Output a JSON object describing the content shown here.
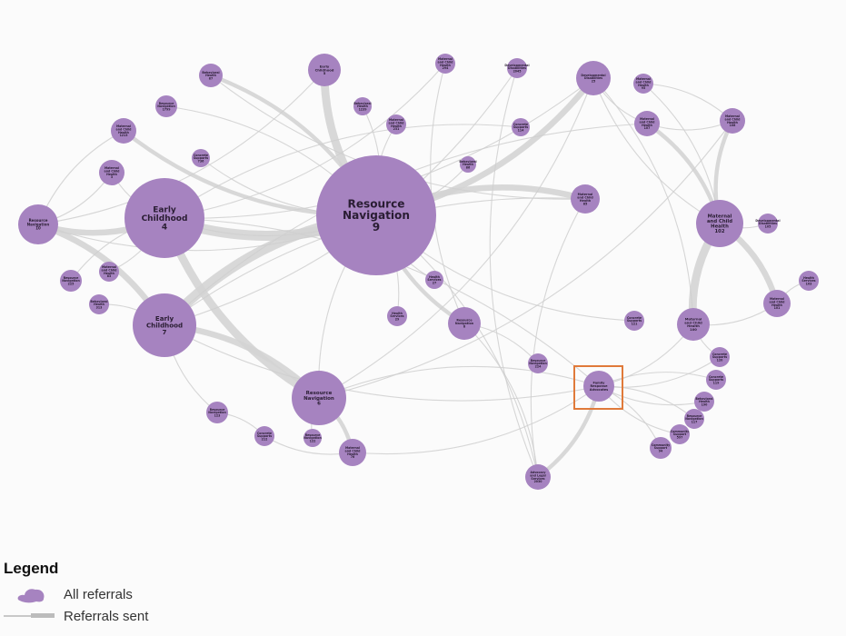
{
  "legend": {
    "title": "Legend",
    "all_referrals": "All referrals",
    "referrals_sent": "Referrals sent"
  },
  "colors": {
    "node": "#a683c0",
    "edge": "#cfcfcf",
    "highlight": "#e07a3a"
  },
  "highlighted_node": "fra",
  "nodes": [
    {
      "id": "rn10",
      "lines": [
        "Resource",
        "Navigation"
      ],
      "num": "10"
    },
    {
      "id": "ec4",
      "lines": [
        "Early",
        "Childhood"
      ],
      "num": "4"
    },
    {
      "id": "ec5",
      "lines": [
        "Early",
        "Childhood"
      ],
      "num": "5"
    },
    {
      "id": "bh87",
      "lines": [
        "Behavioral",
        "Health"
      ],
      "num": "87"
    },
    {
      "id": "rn1799",
      "lines": [
        "Resource",
        "Navigation"
      ],
      "num": "1799"
    },
    {
      "id": "mch1213",
      "lines": [
        "Maternal",
        "and Child",
        "Health"
      ],
      "num": "1213"
    },
    {
      "id": "cs736",
      "lines": [
        "Concrete",
        "Supports"
      ],
      "num": "736"
    },
    {
      "id": "mch3",
      "lines": [
        "Maternal",
        "and Child",
        "Health"
      ],
      "num": "3"
    },
    {
      "id": "rn9",
      "lines": [
        "Resource",
        "Navigation"
      ],
      "num": "9"
    },
    {
      "id": "bh1239",
      "lines": [
        "Behavioral",
        "Health"
      ],
      "num": "1239"
    },
    {
      "id": "mch231",
      "lines": [
        "Maternal",
        "and Child",
        "Health"
      ],
      "num": "231"
    },
    {
      "id": "mch294",
      "lines": [
        "Maternal",
        "and Child",
        "Health"
      ],
      "num": "294"
    },
    {
      "id": "dd2045",
      "lines": [
        "Developmental",
        "Disabilities"
      ],
      "num": "2045"
    },
    {
      "id": "dd25",
      "lines": [
        "Developmental",
        "Disabilities"
      ],
      "num": "25"
    },
    {
      "id": "cs114",
      "lines": [
        "Concrete",
        "Supports"
      ],
      "num": "114"
    },
    {
      "id": "bh86",
      "lines": [
        "Behavioral",
        "Health"
      ],
      "num": "86"
    },
    {
      "id": "mch85",
      "lines": [
        "Maternal",
        "and Child",
        "Health"
      ],
      "num": "85"
    },
    {
      "id": "mch95",
      "lines": [
        "Maternal",
        "and Child",
        "Health"
      ],
      "num": "95"
    },
    {
      "id": "mch107",
      "lines": [
        "Maternal",
        "and Child",
        "Health"
      ],
      "num": "107"
    },
    {
      "id": "mch108",
      "lines": [
        "Maternal",
        "and Child",
        "Health"
      ],
      "num": "108"
    },
    {
      "id": "mch102",
      "lines": [
        "Maternal",
        "and Child",
        "Health"
      ],
      "num": "102"
    },
    {
      "id": "dd105",
      "lines": [
        "Developmental",
        "Disabilities"
      ],
      "num": "105"
    },
    {
      "id": "hs103",
      "lines": [
        "Health",
        "Services"
      ],
      "num": "103"
    },
    {
      "id": "mch101",
      "lines": [
        "Maternal",
        "and Child",
        "Health"
      ],
      "num": "101"
    },
    {
      "id": "mch100",
      "lines": [
        "Maternal",
        "and Child",
        "Health"
      ],
      "num": "100"
    },
    {
      "id": "cs121",
      "lines": [
        "Concrete",
        "Supports"
      ],
      "num": "121"
    },
    {
      "id": "rn225",
      "lines": [
        "Resource",
        "Navigation"
      ],
      "num": "225"
    },
    {
      "id": "mch83",
      "lines": [
        "Maternal",
        "and Child",
        "Health"
      ],
      "num": "83"
    },
    {
      "id": "bh313",
      "lines": [
        "Behavioral",
        "Health"
      ],
      "num": "313"
    },
    {
      "id": "ec7",
      "lines": [
        "Early",
        "Childhood"
      ],
      "num": "7"
    },
    {
      "id": "hs27",
      "lines": [
        "Health",
        "Services"
      ],
      "num": "27"
    },
    {
      "id": "hs29",
      "lines": [
        "Health",
        "Services"
      ],
      "num": "29"
    },
    {
      "id": "rn8",
      "lines": [
        "Resource",
        "Navigation"
      ],
      "num": "8"
    },
    {
      "id": "rn224",
      "lines": [
        "Resource",
        "Navigation"
      ],
      "num": "224"
    },
    {
      "id": "fra",
      "lines": [
        "Family",
        "Response",
        "Advocates"
      ],
      "num": ""
    },
    {
      "id": "cs120",
      "lines": [
        "Concrete",
        "Supports"
      ],
      "num": "120"
    },
    {
      "id": "cs119",
      "lines": [
        "Concrete",
        "Supports"
      ],
      "num": "119"
    },
    {
      "id": "bh190",
      "lines": [
        "Behavioral",
        "Health"
      ],
      "num": "190"
    },
    {
      "id": "rn117",
      "lines": [
        "Resource",
        "Navigation"
      ],
      "num": "117"
    },
    {
      "id": "cs597",
      "lines": [
        "Community",
        "Support"
      ],
      "num": "597"
    },
    {
      "id": "cs94",
      "lines": [
        "Community",
        "Support"
      ],
      "num": "94"
    },
    {
      "id": "als2030",
      "lines": [
        "Advocacy",
        "and Legal",
        "Services"
      ],
      "num": "2030"
    },
    {
      "id": "rn6",
      "lines": [
        "Resource",
        "Navigation"
      ],
      "num": "6"
    },
    {
      "id": "rn123",
      "lines": [
        "Resource",
        "Navigation"
      ],
      "num": "123"
    },
    {
      "id": "cs212",
      "lines": [
        "Concrete",
        "Supports"
      ],
      "num": "212"
    },
    {
      "id": "rn122",
      "lines": [
        "Resource",
        "Navigation"
      ],
      "num": "122"
    },
    {
      "id": "mch76",
      "lines": [
        "Maternal",
        "and Child",
        "Health"
      ],
      "num": "76"
    }
  ],
  "edges": [
    [
      "rn9",
      "ec4",
      5
    ],
    [
      "rn9",
      "ec7",
      5
    ],
    [
      "rn9",
      "ec5",
      4
    ],
    [
      "rn9",
      "dd25",
      3
    ],
    [
      "rn9",
      "mch85",
      3
    ],
    [
      "rn9",
      "bh1239",
      1
    ],
    [
      "rn9",
      "mch231",
      1
    ],
    [
      "rn9",
      "bh87",
      2
    ],
    [
      "rn9",
      "mch1213",
      2
    ],
    [
      "rn9",
      "rn8",
      2
    ],
    [
      "rn9",
      "hs29",
      1
    ],
    [
      "rn9",
      "hs27",
      1
    ],
    [
      "rn9",
      "als2030",
      1
    ],
    [
      "rn10",
      "ec4",
      3
    ],
    [
      "rn10",
      "ec7",
      3
    ],
    [
      "rn10",
      "mch3",
      1
    ],
    [
      "rn10",
      "mch1213",
      1
    ],
    [
      "rn10",
      "rn9",
      1
    ],
    [
      "rn6",
      "ec4",
      4
    ],
    [
      "rn6",
      "ec7",
      3
    ],
    [
      "rn6",
      "mch76",
      2
    ],
    [
      "rn6",
      "rn122",
      1
    ],
    [
      "rn6",
      "rn9",
      1
    ],
    [
      "rn6",
      "dd25",
      1
    ],
    [
      "ec4",
      "mch3",
      1
    ],
    [
      "ec4",
      "rn9",
      1
    ],
    [
      "rn1799",
      "rn9",
      1
    ],
    [
      "cs736",
      "rn9",
      1
    ],
    [
      "rn225",
      "ec4",
      1
    ],
    [
      "mch83",
      "ec4",
      1
    ],
    [
      "bh313",
      "ec7",
      1
    ],
    [
      "mch102",
      "mch100",
      4
    ],
    [
      "mch102",
      "mch101",
      3
    ],
    [
      "mch102",
      "mch107",
      2
    ],
    [
      "mch102",
      "mch108",
      2
    ],
    [
      "mch102",
      "dd105",
      1
    ],
    [
      "mch95",
      "mch102",
      1
    ],
    [
      "mch107",
      "mch108",
      1
    ],
    [
      "mch95",
      "mch108",
      1
    ],
    [
      "hs103",
      "mch101",
      1
    ],
    [
      "mch101",
      "mch100",
      1
    ],
    [
      "dd25",
      "mch102",
      1
    ],
    [
      "dd25",
      "mch100",
      1
    ],
    [
      "dd25",
      "mch107",
      1
    ],
    [
      "fra",
      "als2030",
      2
    ],
    [
      "fra",
      "cs120",
      1
    ],
    [
      "fra",
      "cs119",
      1
    ],
    [
      "fra",
      "bh190",
      1
    ],
    [
      "fra",
      "rn117",
      1
    ],
    [
      "fra",
      "cs597",
      1
    ],
    [
      "fra",
      "cs94",
      1
    ],
    [
      "fra",
      "ec4",
      1
    ],
    [
      "fra",
      "ec7",
      1
    ],
    [
      "fra",
      "rn6",
      1
    ],
    [
      "mch100",
      "fra",
      1
    ],
    [
      "mch100",
      "cs120",
      1
    ],
    [
      "rn123",
      "ec7",
      1
    ],
    [
      "cs212",
      "rn123",
      1
    ],
    [
      "mch76",
      "cs212",
      1
    ],
    [
      "mch76",
      "fra",
      1
    ],
    [
      "rn8",
      "als2030",
      1
    ],
    [
      "rn224",
      "rn8",
      1
    ],
    [
      "cs121",
      "rn9",
      1
    ],
    [
      "mch294",
      "rn8",
      1
    ],
    [
      "dd2045",
      "ec7",
      1
    ],
    [
      "cs114",
      "ec4",
      1
    ],
    [
      "bh86",
      "rn9",
      1
    ],
    [
      "mch85",
      "ec7",
      1
    ],
    [
      "dd25",
      "ec4",
      1
    ],
    [
      "mch107",
      "ec7",
      1
    ],
    [
      "mch108",
      "rn6",
      1
    ],
    [
      "dd2045",
      "als2030",
      1
    ],
    [
      "mch294",
      "ec4",
      1
    ],
    [
      "mch85",
      "als2030",
      1
    ],
    [
      "ec5",
      "rn10",
      1
    ],
    [
      "bh87",
      "mch85",
      1
    ]
  ]
}
